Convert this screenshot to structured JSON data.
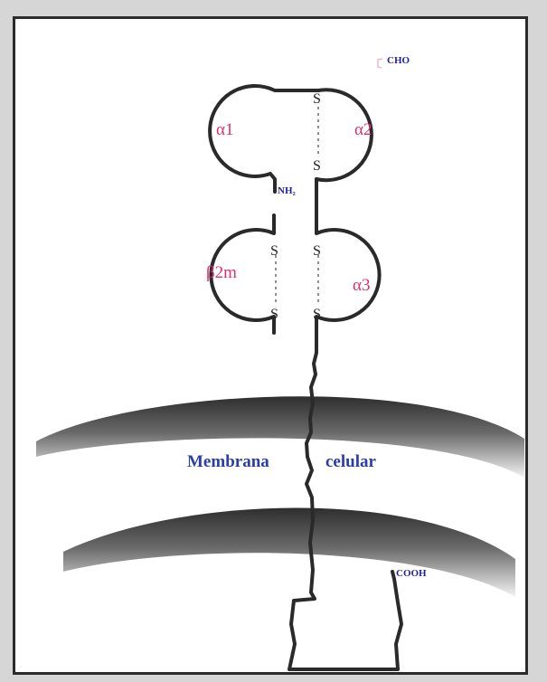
{
  "diagram": {
    "domains": {
      "alpha1": "α1",
      "alpha2": "α2",
      "beta2m": "β2m",
      "alpha3": "α3"
    },
    "groups": {
      "amino": "NH₂",
      "carbohydrate": "CHO",
      "carboxyl": "COOH"
    },
    "sulfur": "S",
    "membrane": {
      "word1": "Membrana",
      "word2": "celular"
    }
  },
  "colors": {
    "domain_label": "#e0306a",
    "group_label": "#2222a0",
    "membrane_label": "#2a3ea8",
    "chain": "#2a2a2a",
    "membrane_dark": "#3a3a3a",
    "membrane_light": "#f0f0f0"
  }
}
